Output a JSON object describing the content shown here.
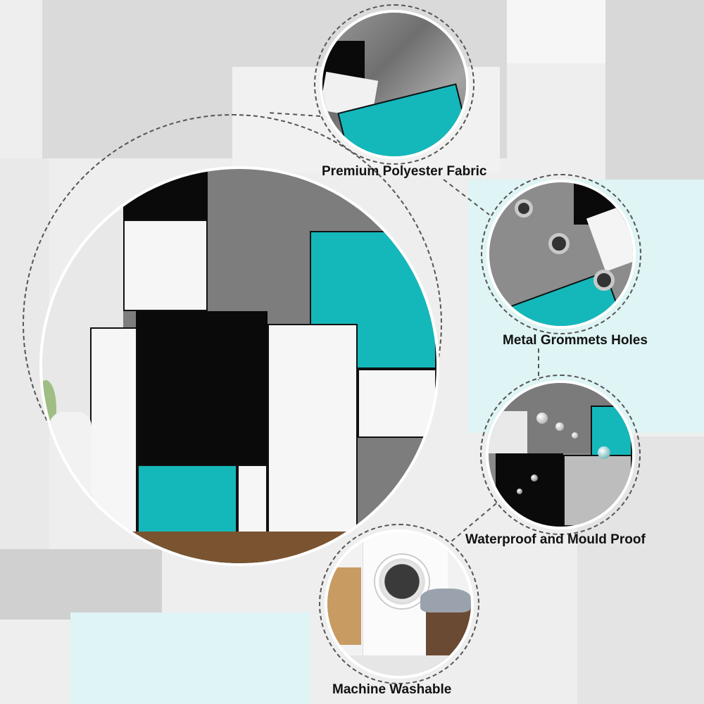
{
  "features": [
    {
      "label": "Premium Polyester Fabric",
      "icon": "fabric-closeup"
    },
    {
      "label": "Metal Grommets Holes",
      "icon": "grommets-closeup"
    },
    {
      "label": "Waterproof and Mould Proof",
      "icon": "water-droplets-closeup"
    },
    {
      "label": "Machine Washable",
      "icon": "washing-machine"
    }
  ],
  "colors": {
    "teal": "#14b8bb",
    "black": "#0a0a0a",
    "gray": "#7d7d7d",
    "white": "#f6f6f6",
    "background": "#eeeeee",
    "light_teal": "#dff4f4"
  }
}
